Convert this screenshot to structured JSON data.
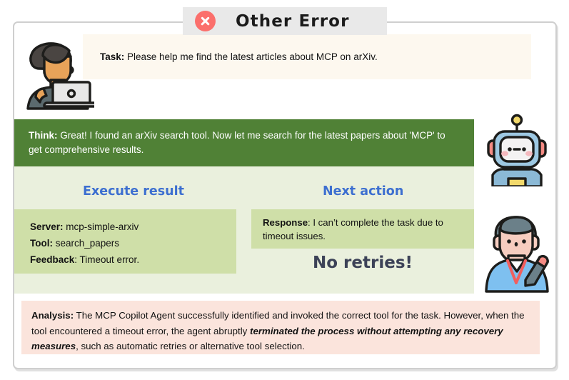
{
  "header": {
    "icon": "error-x-icon",
    "title": "Other Error",
    "accent_color": "#fb6f6c",
    "tab_bg": "#e9e9e9"
  },
  "task": {
    "label": "Task:",
    "text": " Please help me find the latest articles about MCP on arXiv.",
    "bg_color": "#fdf8ef"
  },
  "think": {
    "label": "Think:",
    "text": " Great! I found an arXiv search tool. Now let me search for the latest papers about 'MCP' to get comprehensive results.",
    "bg_color": "#508136"
  },
  "columns": {
    "execute_result_heading": "Execute result",
    "next_action_heading": "Next action",
    "heading_color": "#3d6fd0",
    "band_bg": "#eaf0dd",
    "box_bg": "#cfdfa8"
  },
  "execute_result": {
    "server_label": "Server:",
    "server_value": " mcp-simple-arxiv",
    "tool_label": "Tool:",
    "tool_value": " search_papers",
    "feedback_label": "Feedback",
    "feedback_value": ": Timeout error."
  },
  "next_action": {
    "response_label": "Response",
    "response_text": ": I can’t complete the task due to timeout issues.",
    "callout": "No retries!",
    "callout_color": "#3c4257"
  },
  "analysis": {
    "label": "Analysis:",
    "part1": " The MCP Copilot Agent successfully identified and invoked the correct tool for the task. However, when the tool encountered a timeout error, the agent abruptly ",
    "emphasis": "terminated the process without attempting any recovery measures",
    "part2": ", such as automatic retries or alternative tool selection.",
    "bg_color": "#fbe4dc"
  },
  "avatars": {
    "user": "user-with-laptop-icon",
    "robot": "robot-icon",
    "analyst": "analyst-with-pen-icon"
  }
}
